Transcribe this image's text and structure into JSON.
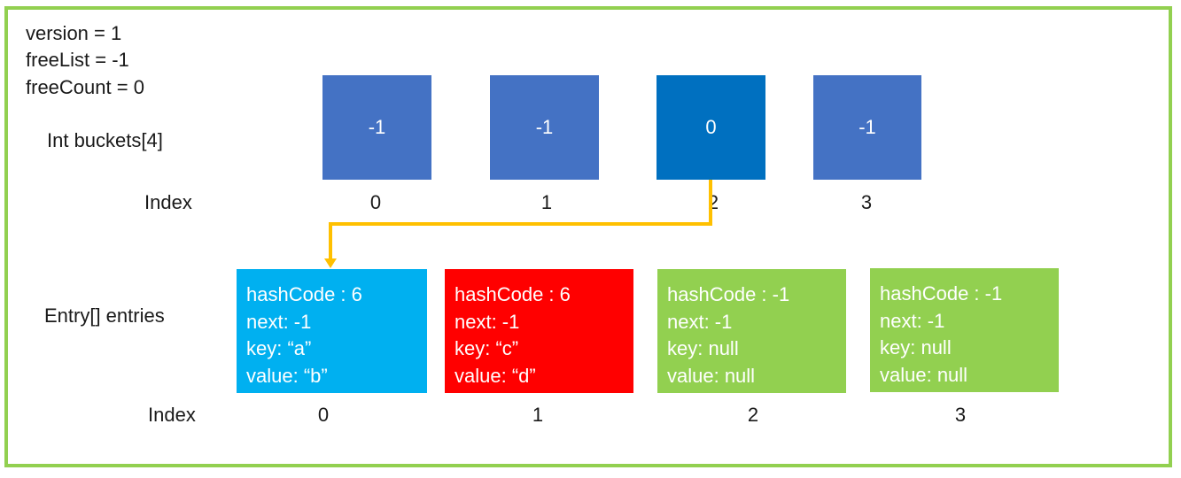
{
  "vars": {
    "version": "version = 1",
    "freeList": "freeList = -1",
    "freeCount": "freeCount = 0"
  },
  "buckets": {
    "label": "Int buckets[4]",
    "index_label": "Index",
    "values": [
      "-1",
      "-1",
      "0",
      "-1"
    ],
    "indexes": [
      "0",
      "1",
      "2",
      "3"
    ],
    "colors": [
      "#4472c4",
      "#4472c4",
      "#0070c0",
      "#4472c4"
    ]
  },
  "entries": {
    "label": "Entry[] entries",
    "index_label": "Index",
    "indexes": [
      "0",
      "1",
      "2",
      "3"
    ],
    "items": [
      {
        "hashCode": "hashCode : 6",
        "next": "next: -1",
        "key": "key: “a”",
        "value": "value: “b”",
        "color": "#00b0f0"
      },
      {
        "hashCode": "hashCode : 6",
        "next": "next: -1",
        "key": "key: “c”",
        "value": "value: “d”",
        "color": "#ff0000"
      },
      {
        "hashCode": "hashCode : -1",
        "next": "next: -1",
        "key": "key: null",
        "value": "value: null",
        "color": "#92d050"
      },
      {
        "hashCode": "hashCode : -1",
        "next": "next: -1",
        "key": "key: null",
        "value": "value: null",
        "color": "#92d050"
      }
    ]
  },
  "colors": {
    "border": "#92d050",
    "arrow": "#ffc000"
  }
}
